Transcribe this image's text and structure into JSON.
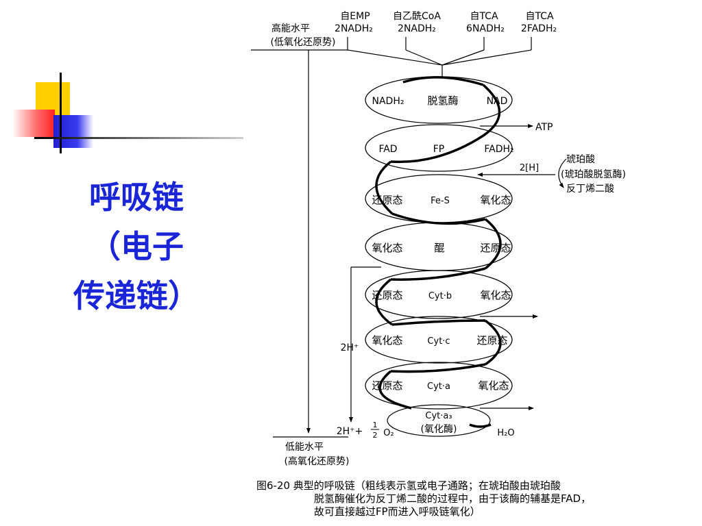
{
  "slide": {
    "title_lines": [
      "呼吸链",
      "（电子",
      "传递链）"
    ]
  },
  "diagram": {
    "high_energy": [
      "高能水平",
      "(低氧化还原势)"
    ],
    "low_energy": [
      "低能水平",
      "(高氧化还原势)"
    ],
    "sources": [
      {
        "from": "自EMP",
        "amount": "2NADH₂"
      },
      {
        "from": "自乙酰CoA",
        "amount": "2NADH₂"
      },
      {
        "from": "自TCA",
        "amount": "6NADH₂"
      },
      {
        "from": "自TCA",
        "amount": "2FADH₂"
      }
    ],
    "carriers": [
      {
        "left": "NADH₂",
        "center": "脱氢酶",
        "right": "NAD"
      },
      {
        "left": "FAD",
        "center": "FP",
        "right": "FADH₂"
      },
      {
        "left": "还原态",
        "center": "Fe-S",
        "right": "氧化态"
      },
      {
        "left": "氧化态",
        "center": "醌",
        "right": "还原态"
      },
      {
        "left": "还原态",
        "center": "Cyt·b",
        "right": "氧化态"
      },
      {
        "left": "氧化态",
        "center": "Cyt·c",
        "right": "还原态"
      },
      {
        "left": "还原态",
        "center": "Cyt·a",
        "right": "氧化态"
      }
    ],
    "terminal": {
      "center": "Cyt·a₃",
      "sub": "(氧化酶)",
      "product": "H₂O",
      "reactant_pre": "2H⁺+",
      "reactant_o2": "O₂",
      "frac_num": "1",
      "frac_den": "2"
    },
    "atp_label": "ATP",
    "proton_label": "2H⁺",
    "succinate": {
      "two_h": "2[H]",
      "lines": [
        "琥珀酸",
        "(琥珀酸脱氢酶)",
        "反丁烯二酸"
      ]
    },
    "colors": {
      "title": "#1a25d8",
      "yellow": "#ffd000",
      "red": "#ff2020",
      "blue": "#2020d0"
    }
  },
  "caption": {
    "line1": "图6-20 典型的呼吸链（粗线表示氢或电子通路；在琥珀酸由琥珀酸",
    "line2": "脱氢酶催化为反丁烯二酸的过程中，由于该酶的辅基是FAD，",
    "line3": "故可直接越过FP而进入呼吸链氧化）"
  }
}
